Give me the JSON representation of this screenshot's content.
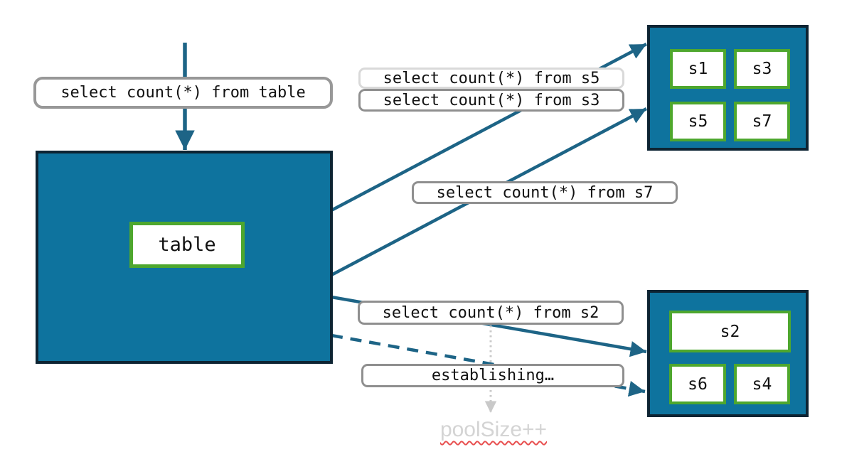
{
  "diagram": {
    "queries": {
      "from_table": "select count(*) from table",
      "from_s5": "select count(*) from s5",
      "from_s3": "select count(*) from s3",
      "from_s7": "select count(*) from s7",
      "from_s2": "select count(*) from s2",
      "establishing": "establishing…",
      "pool_size": "poolSize++"
    },
    "table_box": {
      "label": "table"
    },
    "shards_top": {
      "items": [
        "s1",
        "s3",
        "s5",
        "s7"
      ]
    },
    "shards_bottom": {
      "items": [
        "s2",
        "s6",
        "s4"
      ]
    },
    "colors": {
      "box_fill": "#0e739e",
      "box_border": "#0d2433",
      "shard_border": "#4ea72e",
      "arrow": "#1d6486",
      "label_border": "#8f8f8f",
      "label_border_light": "#d9d9d9",
      "table_label_border": "#989898",
      "muted": "#c9c9c9",
      "muted_text": "#d4d4d4",
      "squiggle": "#e85050",
      "text": "#111111"
    }
  }
}
